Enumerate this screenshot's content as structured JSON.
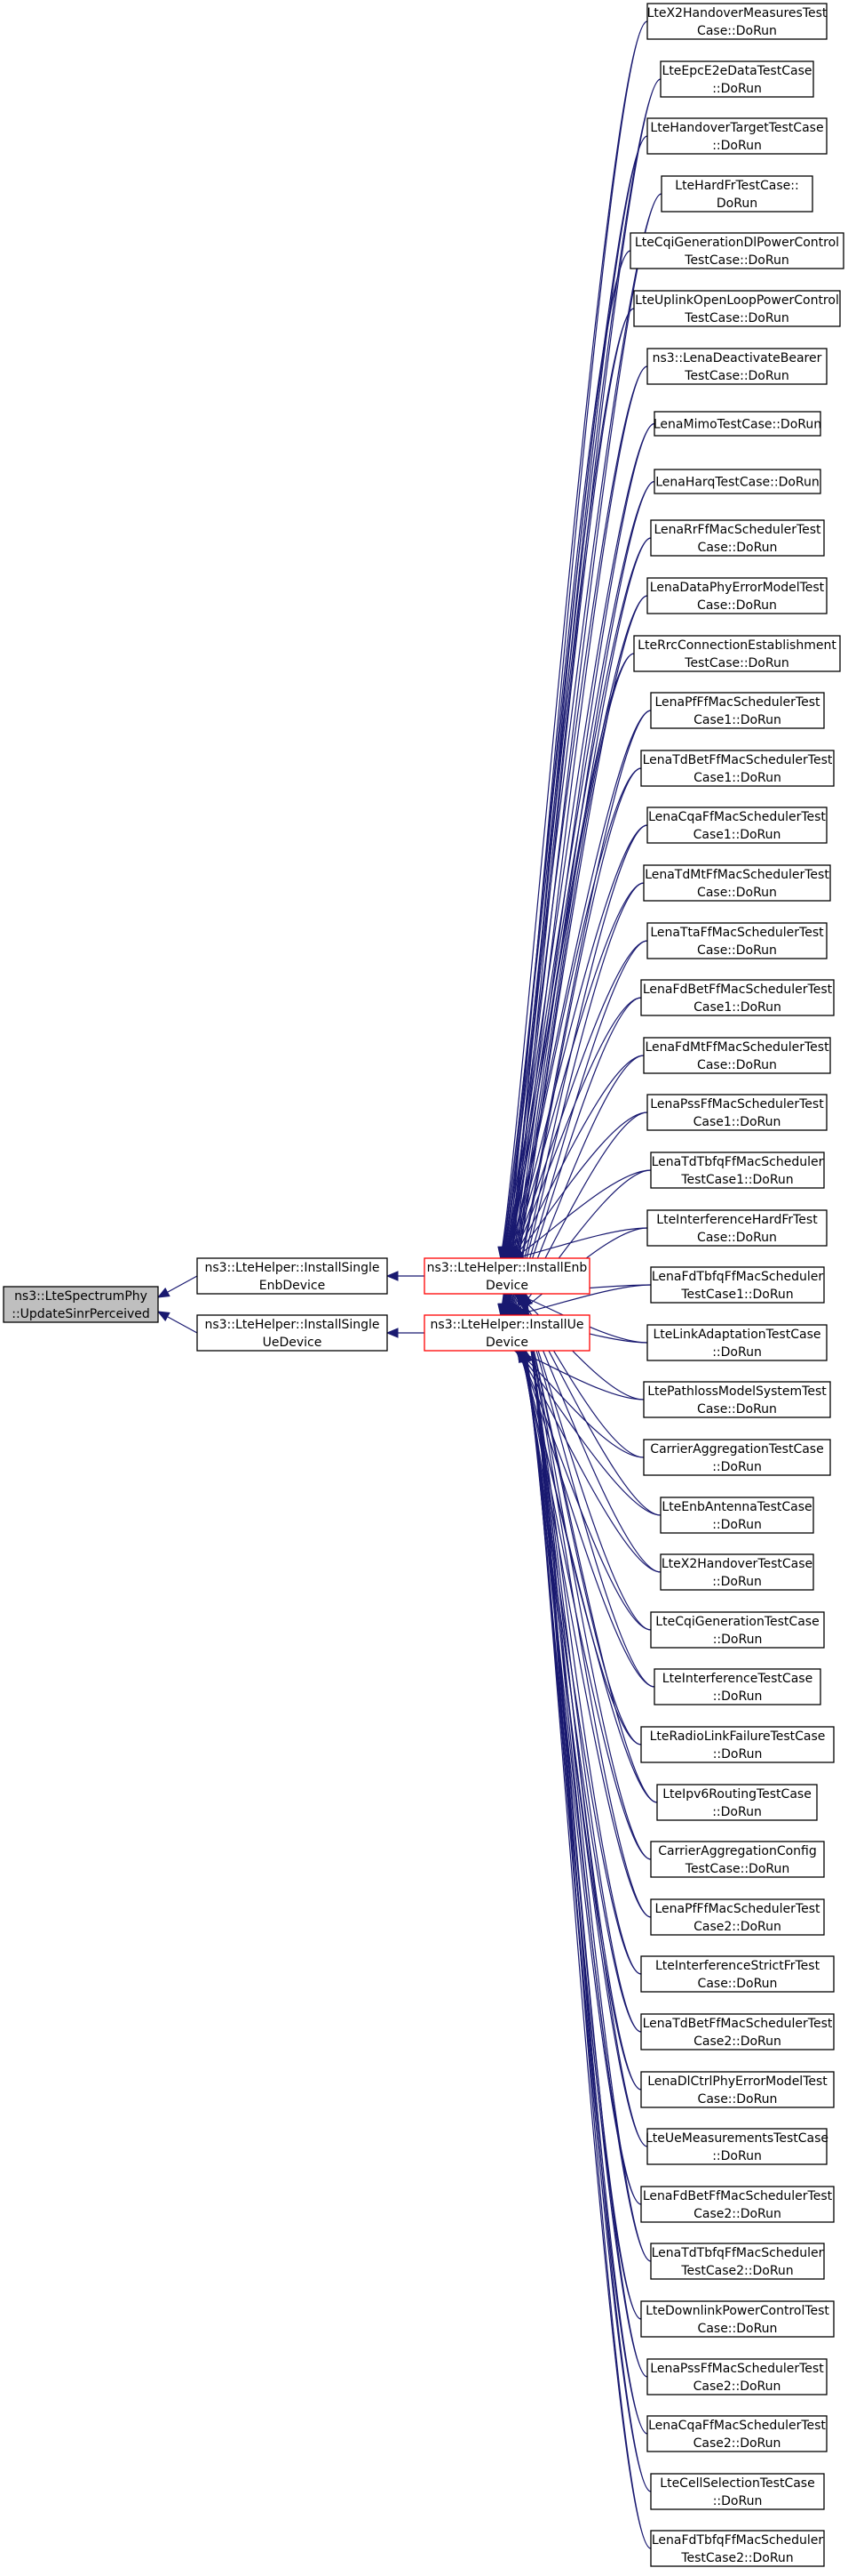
{
  "colors": {
    "edge": "#191970",
    "box_border": "#000000",
    "root_fill": "#bfbfbf",
    "highlight_border": "#ff0000",
    "box_fill": "#ffffff"
  },
  "root": {
    "lines": [
      "ns3::LteSpectrumPhy",
      "::UpdateSinrPerceived"
    ]
  },
  "level1": [
    {
      "lines": [
        "ns3::LteHelper::InstallSingle",
        "EnbDevice"
      ]
    },
    {
      "lines": [
        "ns3::LteHelper::InstallSingle",
        "UeDevice"
      ]
    }
  ],
  "level2": [
    {
      "lines": [
        "ns3::LteHelper::InstallEnb",
        "Device"
      ]
    },
    {
      "lines": [
        "ns3::LteHelper::InstallUe",
        "Device"
      ]
    }
  ],
  "callers": [
    {
      "lines": [
        "LteX2HandoverMeasuresTest",
        "Case::DoRun"
      ]
    },
    {
      "lines": [
        "LteEpcE2eDataTestCase",
        "::DoRun"
      ]
    },
    {
      "lines": [
        "LteHandoverTargetTestCase",
        "::DoRun"
      ]
    },
    {
      "lines": [
        "LteHardFrTestCase::",
        "DoRun"
      ]
    },
    {
      "lines": [
        "LteCqiGenerationDlPowerControl",
        "TestCase::DoRun"
      ]
    },
    {
      "lines": [
        "LteUplinkOpenLoopPowerControl",
        "TestCase::DoRun"
      ]
    },
    {
      "lines": [
        "ns3::LenaDeactivateBearer",
        "TestCase::DoRun"
      ]
    },
    {
      "lines": [
        "LenaMimoTestCase::DoRun"
      ]
    },
    {
      "lines": [
        "LenaHarqTestCase::DoRun"
      ]
    },
    {
      "lines": [
        "LenaRrFfMacSchedulerTest",
        "Case::DoRun"
      ]
    },
    {
      "lines": [
        "LenaDataPhyErrorModelTest",
        "Case::DoRun"
      ]
    },
    {
      "lines": [
        "LteRrcConnectionEstablishment",
        "TestCase::DoRun"
      ]
    },
    {
      "lines": [
        "LenaPfFfMacSchedulerTest",
        "Case1::DoRun"
      ]
    },
    {
      "lines": [
        "LenaTdBetFfMacSchedulerTest",
        "Case1::DoRun"
      ]
    },
    {
      "lines": [
        "LenaCqaFfMacSchedulerTest",
        "Case1::DoRun"
      ]
    },
    {
      "lines": [
        "LenaTdMtFfMacSchedulerTest",
        "Case::DoRun"
      ]
    },
    {
      "lines": [
        "LenaTtaFfMacSchedulerTest",
        "Case::DoRun"
      ]
    },
    {
      "lines": [
        "LenaFdBetFfMacSchedulerTest",
        "Case1::DoRun"
      ]
    },
    {
      "lines": [
        "LenaFdMtFfMacSchedulerTest",
        "Case::DoRun"
      ]
    },
    {
      "lines": [
        "LenaPssFfMacSchedulerTest",
        "Case1::DoRun"
      ]
    },
    {
      "lines": [
        "LenaTdTbfqFfMacScheduler",
        "TestCase1::DoRun"
      ]
    },
    {
      "lines": [
        "LteInterferenceHardFrTest",
        "Case::DoRun"
      ]
    },
    {
      "lines": [
        "LenaFdTbfqFfMacScheduler",
        "TestCase1::DoRun"
      ]
    },
    {
      "lines": [
        "LteLinkAdaptationTestCase",
        "::DoRun"
      ]
    },
    {
      "lines": [
        "LtePathlossModelSystemTest",
        "Case::DoRun"
      ]
    },
    {
      "lines": [
        "CarrierAggregationTestCase",
        "::DoRun"
      ]
    },
    {
      "lines": [
        "LteEnbAntennaTestCase",
        "::DoRun"
      ]
    },
    {
      "lines": [
        "LteX2HandoverTestCase",
        "::DoRun"
      ]
    },
    {
      "lines": [
        "LteCqiGenerationTestCase",
        "::DoRun"
      ]
    },
    {
      "lines": [
        "LteInterferenceTestCase",
        "::DoRun"
      ]
    },
    {
      "lines": [
        "LteRadioLinkFailureTestCase",
        "::DoRun"
      ]
    },
    {
      "lines": [
        "LteIpv6RoutingTestCase",
        "::DoRun"
      ]
    },
    {
      "lines": [
        "CarrierAggregationConfig",
        "TestCase::DoRun"
      ]
    },
    {
      "lines": [
        "LenaPfFfMacSchedulerTest",
        "Case2::DoRun"
      ]
    },
    {
      "lines": [
        "LteInterferenceStrictFrTest",
        "Case::DoRun"
      ]
    },
    {
      "lines": [
        "LenaTdBetFfMacSchedulerTest",
        "Case2::DoRun"
      ]
    },
    {
      "lines": [
        "LenaDlCtrlPhyErrorModelTest",
        "Case::DoRun"
      ]
    },
    {
      "lines": [
        "LteUeMeasurementsTestCase",
        "::DoRun"
      ]
    },
    {
      "lines": [
        "LenaFdBetFfMacSchedulerTest",
        "Case2::DoRun"
      ]
    },
    {
      "lines": [
        "LenaTdTbfqFfMacScheduler",
        "TestCase2::DoRun"
      ]
    },
    {
      "lines": [
        "LteDownlinkPowerControlTest",
        "Case::DoRun"
      ]
    },
    {
      "lines": [
        "LenaPssFfMacSchedulerTest",
        "Case2::DoRun"
      ]
    },
    {
      "lines": [
        "LenaCqaFfMacSchedulerTest",
        "Case2::DoRun"
      ]
    },
    {
      "lines": [
        "LteCellSelectionTestCase",
        "::DoRun"
      ]
    },
    {
      "lines": [
        "LenaFdTbfqFfMacScheduler",
        "TestCase2::DoRun"
      ]
    }
  ]
}
